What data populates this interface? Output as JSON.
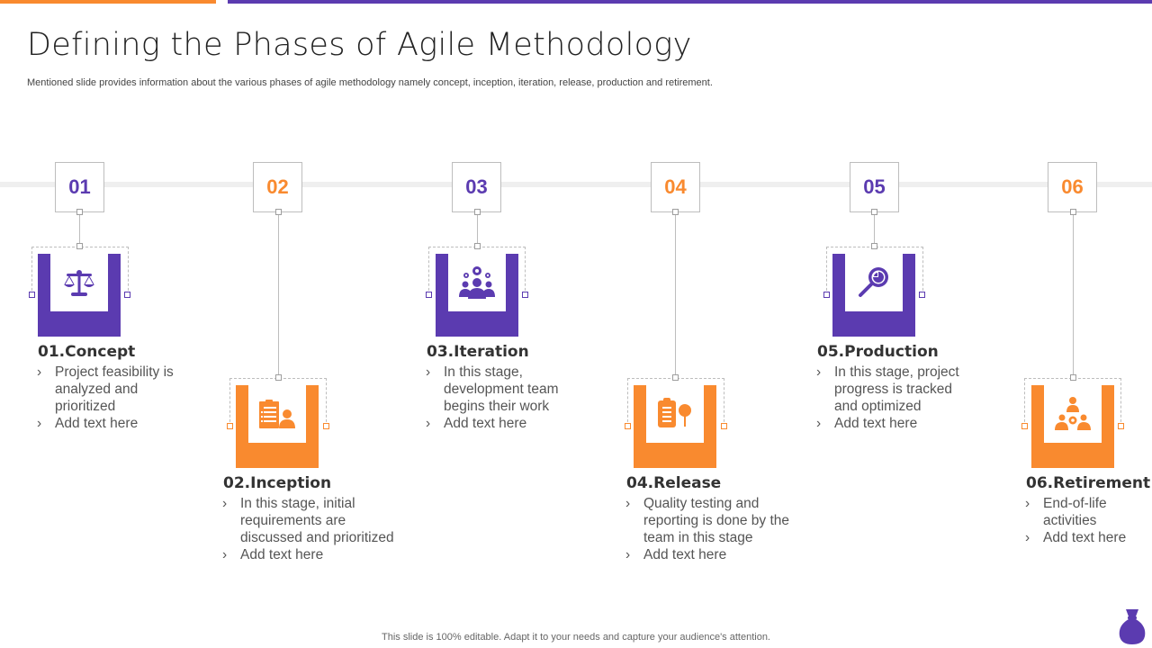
{
  "header": {
    "title": "Defining the Phases of Agile Methodology",
    "subtitle": "Mentioned slide provides information about the various phases of agile methodology namely concept, inception, iteration, release, production and retirement."
  },
  "colors": {
    "purple": "#5b3bb0",
    "orange": "#f98a2f",
    "text_dark": "#333333",
    "text_body": "#555555",
    "line_gray": "#bdbdbd"
  },
  "phases": [
    {
      "number": "01",
      "title": "01.Concept",
      "color": "purple",
      "icon": "scales-icon",
      "bullets": [
        "Project feasibility is analyzed and prioritized",
        "Add text here"
      ]
    },
    {
      "number": "02",
      "title": "02.Inception",
      "color": "orange",
      "icon": "clipboard-user-icon",
      "bullets": [
        "In this stage, initial requirements are discussed and prioritized",
        "Add text here"
      ]
    },
    {
      "number": "03",
      "title": "03.Iteration",
      "color": "purple",
      "icon": "team-gears-icon",
      "bullets": [
        "In this stage, development team begins their work",
        "Add text here"
      ]
    },
    {
      "number": "04",
      "title": "04.Release",
      "color": "orange",
      "icon": "clipboard-pin-icon",
      "bullets": [
        "Quality testing and reporting is done by the team in this stage",
        "Add text here"
      ]
    },
    {
      "number": "05",
      "title": "05.Production",
      "color": "purple",
      "icon": "magnifier-chart-icon",
      "bullets": [
        "In this stage, project progress is tracked and optimized",
        "Add text here"
      ]
    },
    {
      "number": "06",
      "title": "06.Retirement",
      "color": "orange",
      "icon": "team-hierarchy-icon",
      "bullets": [
        "End-of-life activities",
        "Add text here"
      ]
    }
  ],
  "footer": {
    "note": "This slide is 100% editable. Adapt it to your needs and capture your audience's attention."
  }
}
